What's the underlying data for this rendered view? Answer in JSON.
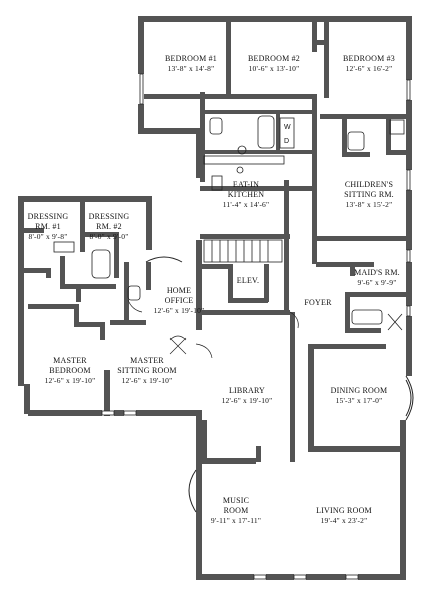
{
  "rooms": {
    "bedroom1": {
      "name": "BEDROOM #1",
      "dims": "13'-8\" x 14'-8\""
    },
    "bedroom2": {
      "name": "BEDROOM #2",
      "dims": "10'-6\" x 13'-10\""
    },
    "bedroom3": {
      "name": "BEDROOM #3",
      "dims": "12'-6\" x 16'-2\""
    },
    "kitchen": {
      "name1": "EAT-IN",
      "name2": "KITCHEN",
      "dims": "11'-4\" x 14'-6\""
    },
    "childrens": {
      "name1": "CHILDREN'S",
      "name2": "SITTING RM.",
      "dims": "13'-8\" x 15'-2\""
    },
    "dressing1": {
      "name1": "DRESSING",
      "name2": "RM. #1",
      "dims": "8'-0\" x 9'-8\""
    },
    "dressing2": {
      "name1": "DRESSING",
      "name2": "RM. #2",
      "dims": "8'-0\" x 9'-0\""
    },
    "home_office": {
      "name1": "HOME",
      "name2": "OFFICE",
      "dims": "12'-6\" x 19'-10\""
    },
    "elevator": {
      "name": "ELEV."
    },
    "maids": {
      "name": "MAID'S RM.",
      "dims": "9'-6\" x 9'-9\""
    },
    "foyer": {
      "name": "FOYER"
    },
    "master_bedroom": {
      "name1": "MASTER",
      "name2": "BEDROOM",
      "dims": "12'-6\" x 19'-10\""
    },
    "master_sitting": {
      "name1": "MASTER",
      "name2": "SITTING ROOM",
      "dims": "12'-6\" x 19'-10\""
    },
    "library": {
      "name": "LIBRARY",
      "dims": "12'-6\" x 19'-10\""
    },
    "dining": {
      "name": "DINING ROOM",
      "dims": "15'-3\" x 17'-0\""
    },
    "music": {
      "name1": "MUSIC",
      "name2": "ROOM",
      "dims": "9'-11\" x 17'-11\""
    },
    "living": {
      "name": "LIVING ROOM",
      "dims": "19'-4\" x 23'-2\""
    }
  },
  "fixtures": {
    "washer_dryer_top": "W",
    "washer_dryer_bottom": "D"
  },
  "colors": {
    "wall": "#545454",
    "line": "#222222",
    "background": "#ffffff"
  }
}
